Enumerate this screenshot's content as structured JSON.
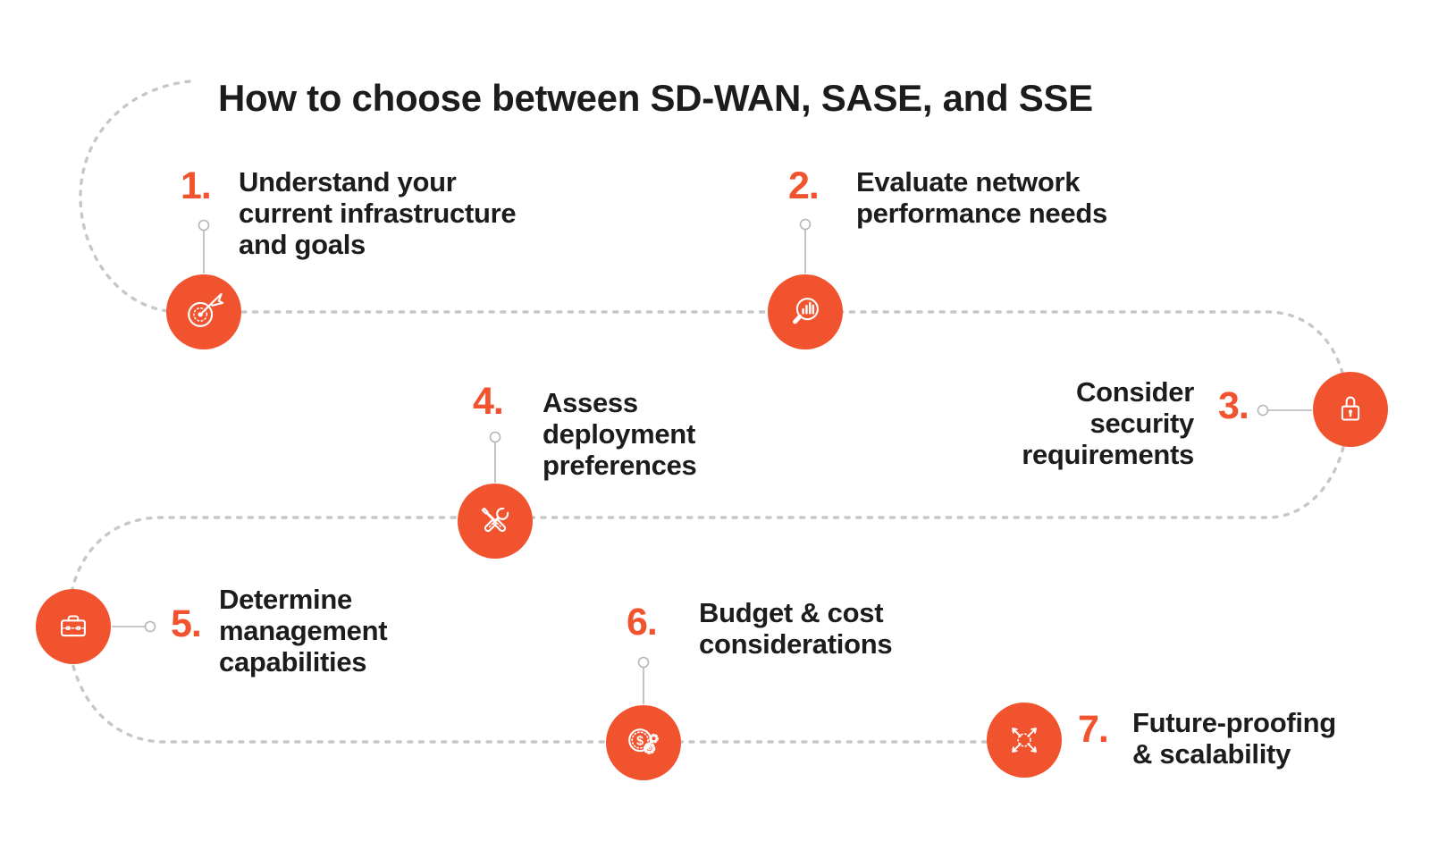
{
  "title": "How to choose between SD-WAN, SASE, and SSE",
  "colors": {
    "accent": "#f1532e",
    "text": "#1c1c1c",
    "path": "#c7c7c7",
    "connector": "#b5b5b5",
    "icon": "#ffffff",
    "bg": "#ffffff"
  },
  "steps": [
    {
      "num": "1.",
      "icon": "target-arrow-icon",
      "lines": [
        "Understand your",
        "current infrastructure",
        "and goals"
      ]
    },
    {
      "num": "2.",
      "icon": "magnifier-chart-icon",
      "lines": [
        "Evaluate network",
        "performance needs"
      ]
    },
    {
      "num": "3.",
      "icon": "padlock-icon",
      "lines": [
        "Consider",
        "security",
        "requirements"
      ]
    },
    {
      "num": "4.",
      "icon": "tools-icon",
      "lines": [
        "Assess",
        "deployment",
        "preferences"
      ]
    },
    {
      "num": "5.",
      "icon": "briefcase-icon",
      "lines": [
        "Determine",
        "management",
        "capabilities"
      ]
    },
    {
      "num": "6.",
      "icon": "coin-gears-icon",
      "lines": [
        "Budget & cost",
        "considerations"
      ]
    },
    {
      "num": "7.",
      "icon": "expand-arrows-icon",
      "lines": [
        "Future-proofing",
        "& scalability"
      ]
    }
  ]
}
